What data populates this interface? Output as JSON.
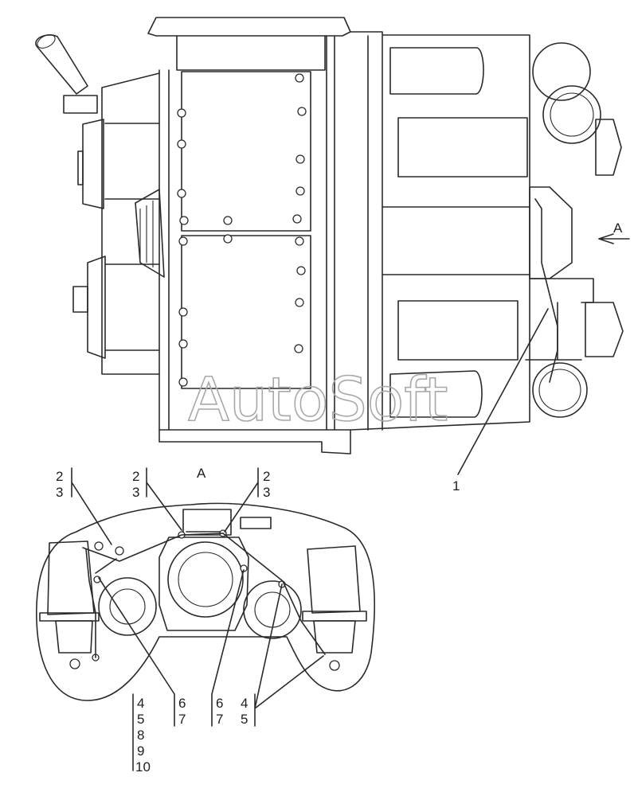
{
  "watermark": "AutoSoft",
  "view_label": "A",
  "top_view": {
    "arrow_label": "A",
    "callout_1": "1"
  },
  "view_a": {
    "callouts": [
      {
        "top": "2",
        "bottom": "3"
      },
      {
        "top": "2",
        "bottom": "3"
      },
      {
        "top": "2",
        "bottom": "3"
      },
      {
        "lines": [
          "4",
          "5",
          "8",
          "9",
          "10"
        ]
      },
      {
        "lines": [
          "6",
          "7"
        ]
      },
      {
        "lines": [
          "6",
          "7"
        ]
      },
      {
        "lines": [
          "4",
          "5"
        ]
      }
    ]
  }
}
